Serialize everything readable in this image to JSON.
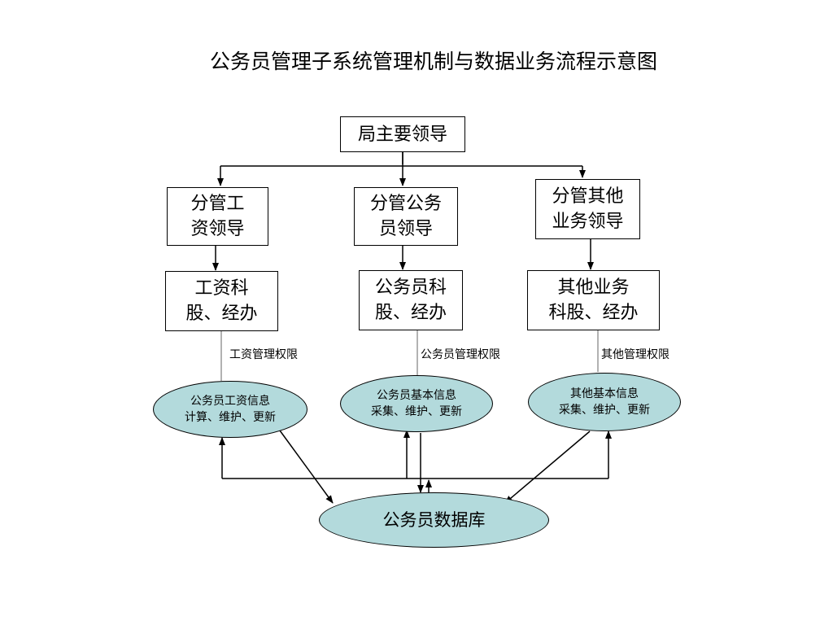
{
  "title": "公务员管理子系统管理机制与数据业务流程示意图",
  "top_leader": "局主要领导",
  "leaders": {
    "salary": "分管工\n资领导",
    "civil": "分管公务\n员领导",
    "other": "分管其他\n业务领导"
  },
  "sections": {
    "salary": "工资科\n股、经办",
    "civil": "公务员科\n股、经办",
    "other": "其他业务\n科股、经办"
  },
  "permissions": {
    "salary": "工资管理权限",
    "civil": "公务员管理权限",
    "other": "其他管理权限"
  },
  "processes": {
    "salary": "公务员工资信息\n计算、维护、更新",
    "civil": "公务员基本信息\n采集、维护、更新",
    "other": "其他基本信息\n采集、维护、更新"
  },
  "database": "公务员数据库",
  "colors": {
    "ellipse_fill": "#b3dadc",
    "line": "#000000"
  }
}
